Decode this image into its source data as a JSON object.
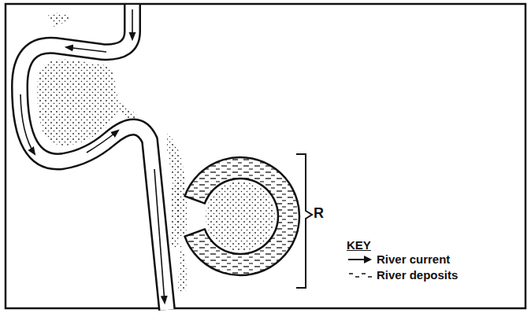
{
  "diagram": {
    "labels": [
      "R",
      "KEY"
    ],
    "legend": [
      {
        "text": "River current"
      },
      {
        "text": "River deposits"
      }
    ]
  }
}
